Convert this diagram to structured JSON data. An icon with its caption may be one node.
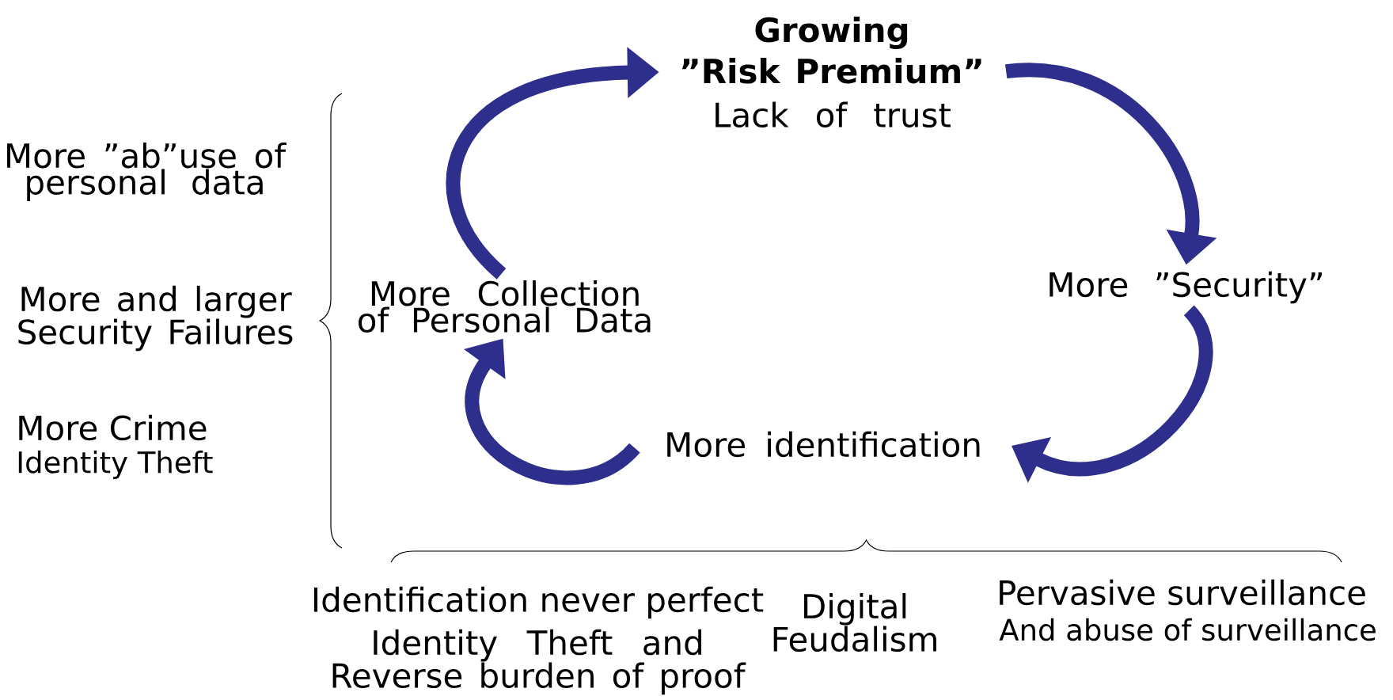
{
  "diagram": {
    "nodes": [
      {
        "text": [
          "Growing ”Risk Premium”",
          "Lack of trust"
        ]
      },
      {
        "text": [
          "More Collection of Personal Data"
        ]
      },
      {
        "text": [
          "More ”Security”"
        ]
      },
      {
        "text": [
          "More identification"
        ]
      }
    ],
    "edges": [
      {
        "from": 1,
        "to": 0,
        "arrow": "to"
      },
      {
        "from": 0,
        "to": 2,
        "arrow": "to"
      },
      {
        "from": 2,
        "to": 3,
        "arrow": "to"
      },
      {
        "from": 3,
        "to": 1,
        "arrow": "to"
      }
    ],
    "labels": [
      "More ”ab”use of personal data",
      "More and larger Security Failures",
      "More Crime",
      "Identity Theft",
      "Identification never perfect",
      "Identity Theft and Reverse burden of proof",
      "Digital Feudalism",
      "Pervasive surveillance",
      "And abuse of surveillance"
    ]
  }
}
